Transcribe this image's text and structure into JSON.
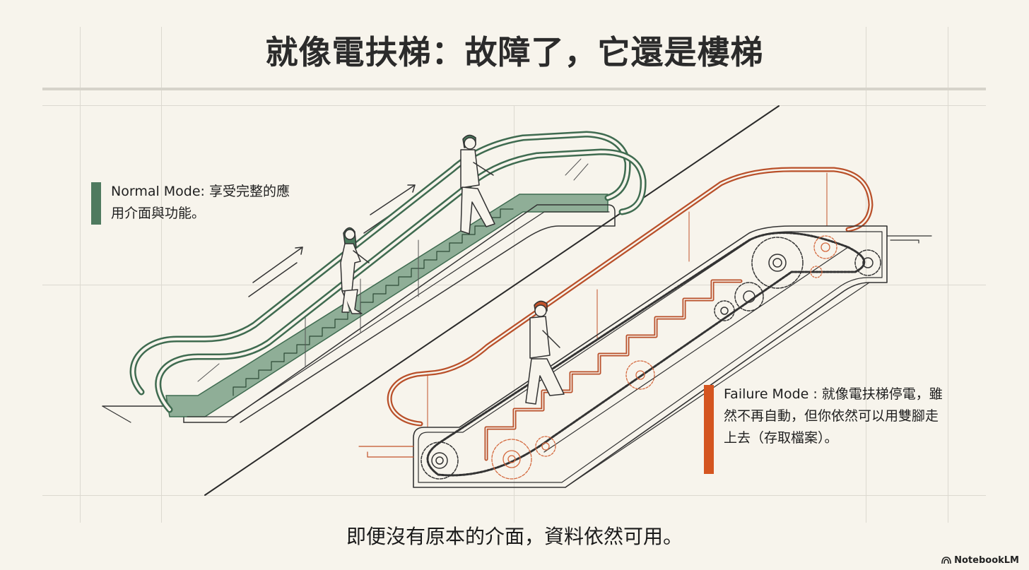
{
  "title": "就像電扶梯：故障了，它還是樓梯",
  "callouts": {
    "normal": {
      "text": "Normal Mode: 享受完整的應用介面與功能。",
      "accent_color": "#4f7a5f"
    },
    "failure": {
      "text": "Failure Mode : 就像電扶梯停電，雖然不再自動，但你依然可以用雙腳走上去（存取檔案）。",
      "accent_color": "#d45520"
    }
  },
  "illustration": {
    "normal_escalator": {
      "state": "moving",
      "color": "#4a7a5c",
      "riders": 2
    },
    "broken_escalator": {
      "state": "stopped",
      "color": "#c2522a",
      "riders": 1
    }
  },
  "subtitle": "即便沒有原本的介面，資料依然可用。",
  "brand": {
    "icon": "notebooklm-logo-icon",
    "label": "NotebookLM"
  }
}
